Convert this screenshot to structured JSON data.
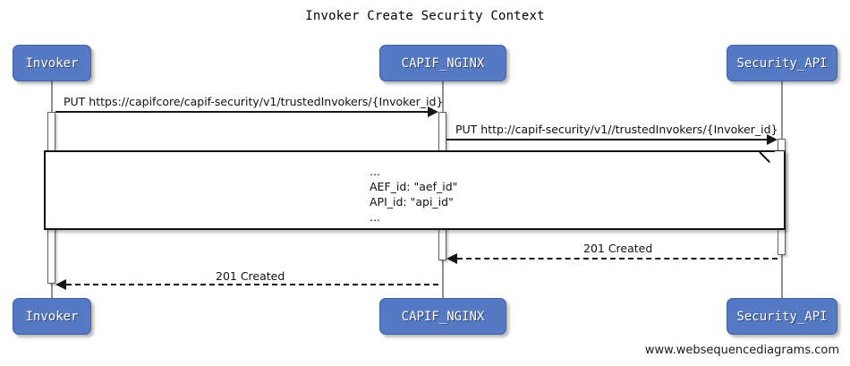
{
  "diagram": {
    "title": "Invoker Create Security Context",
    "footer": "www.websequencediagrams.com",
    "accent_color": "#5579c2",
    "line_color": "#161616",
    "participants": [
      {
        "name": "Invoker",
        "label": "Invoker"
      },
      {
        "name": "CAPIF_NGINX",
        "label": "CAPIF_NGINX"
      },
      {
        "name": "Security_API",
        "label": "Security_API"
      }
    ],
    "participants_bottom": [
      {
        "name": "Invoker",
        "label": "Invoker"
      },
      {
        "name": "CAPIF_NGINX",
        "label": "CAPIF_NGINX"
      },
      {
        "name": "Security_API",
        "label": "Security_API"
      }
    ],
    "messages": [
      {
        "label": "PUT https://capifcore/capif-security/v1/trustedInvokers/{Invoker_id}",
        "from": "Invoker",
        "to": "CAPIF_NGINX",
        "style": "solid",
        "direction": "right"
      },
      {
        "label": "PUT http://capif-security/v1//trustedInvokers/{Invoker_id}",
        "from": "CAPIF_NGINX",
        "to": "Security_API",
        "style": "solid",
        "direction": "right"
      },
      {
        "label": "201 Created",
        "from": "Security_API",
        "to": "CAPIF_NGINX",
        "style": "dashed",
        "direction": "left"
      },
      {
        "label": "201 Created",
        "from": "CAPIF_NGINX",
        "to": "Invoker",
        "style": "dashed",
        "direction": "left"
      }
    ],
    "note": {
      "line1": "...",
      "line2": "AEF_id: \"aef_id\"",
      "line3": "API_id: \"api_id\"",
      "line4": "..."
    }
  }
}
